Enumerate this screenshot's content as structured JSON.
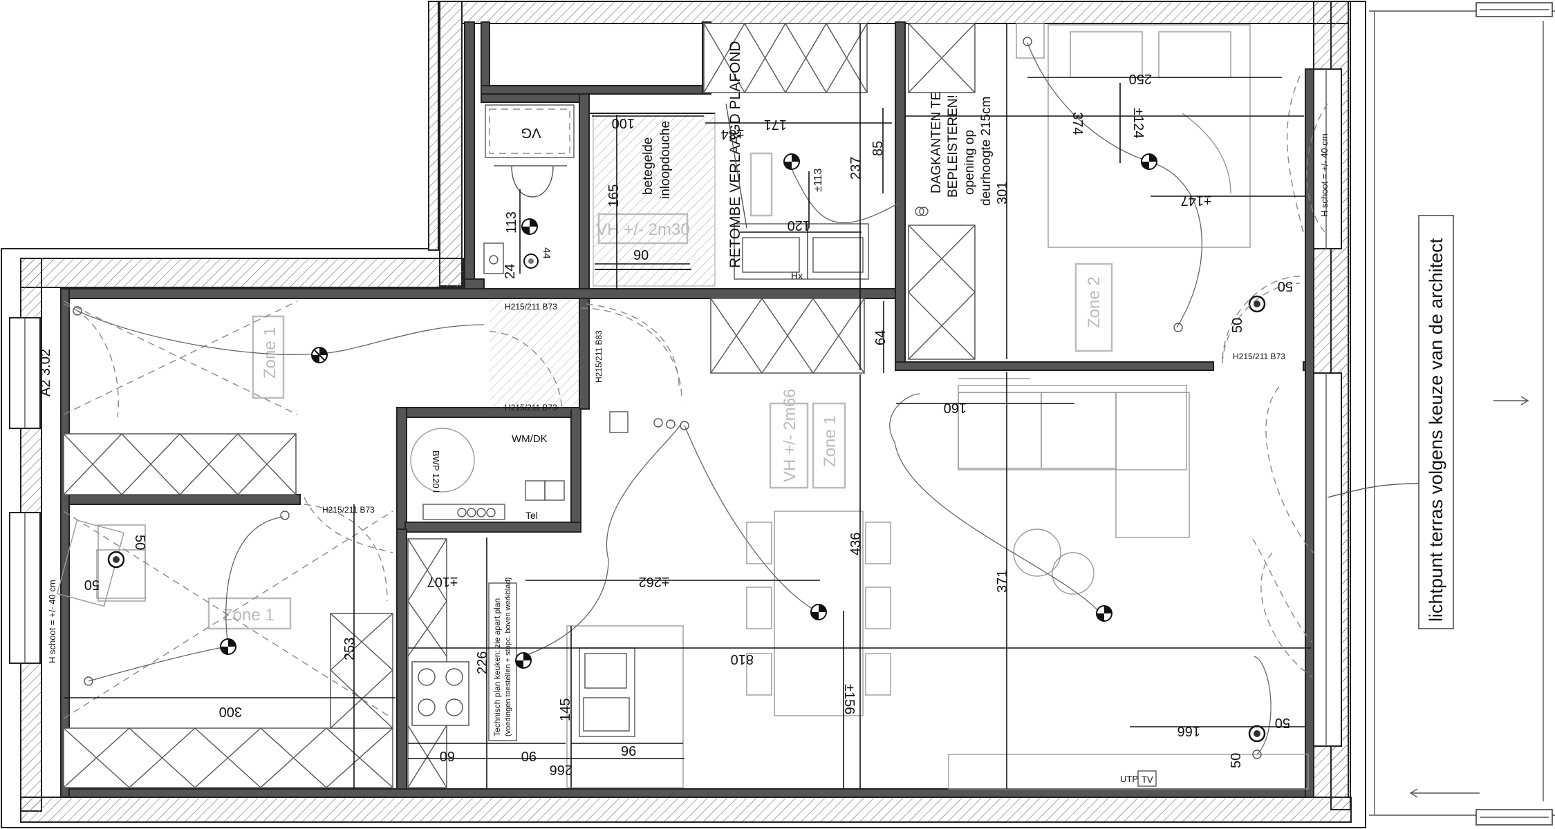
{
  "apartment_id": "A2 3.02",
  "terrace_note": "lichtpunt terras volgens keuze van de architect",
  "notes": {
    "plafond": "RETOMBE VERLAAGD PLAFOND",
    "dagkanten_1": "DAGKANTEN TE",
    "dagkanten_2": "BEPLEISTEREN!",
    "deur_1": "opening op",
    "deur_2": "deurhoogte 215cm",
    "douche_1": "betegelde",
    "douche_2": "inloopdouche",
    "keuken": "Technisch plan keuken: zie apart plan",
    "keuken_2": "(voedingen toestellen + stopc. boven werkblad)",
    "schoot": "H schoot = +/- 40 cm"
  },
  "zones": [
    "Zone 1",
    "Zone 2"
  ],
  "ceiling_heights": [
    "VH +/- 2m30",
    "VH +/- 2m66"
  ],
  "doors": [
    "H215/211 B73",
    "H215/211 B83"
  ],
  "fixtures": {
    "vg": "VG",
    "boiler": "BWP 120 l",
    "wm_dk": "WM/DK",
    "tel": "Tel",
    "utp": "UTP",
    "tv": "TV",
    "hx": "Hx"
  },
  "dimensions": {
    "d100": "100",
    "d171": "171",
    "d84": "±84",
    "d237": "237",
    "d85": "85",
    "d301": "301",
    "d250": "250",
    "d124": "±124",
    "d374": "374",
    "d147": "±147",
    "d165": "165",
    "d113": "113",
    "d24": "24",
    "d44": "44",
    "d90": "90",
    "d120": "120",
    "d113b": "±113",
    "d64": "64",
    "d50": "50",
    "d160": "160",
    "d107": "±107",
    "d262": "±262",
    "d436": "436",
    "d371": "371",
    "d810": "810",
    "d253": "253",
    "d300": "300",
    "d226": "226",
    "d145": "145",
    "d60": "60",
    "d96": "96",
    "d266": "266",
    "d156": "±156",
    "d166": "166"
  }
}
